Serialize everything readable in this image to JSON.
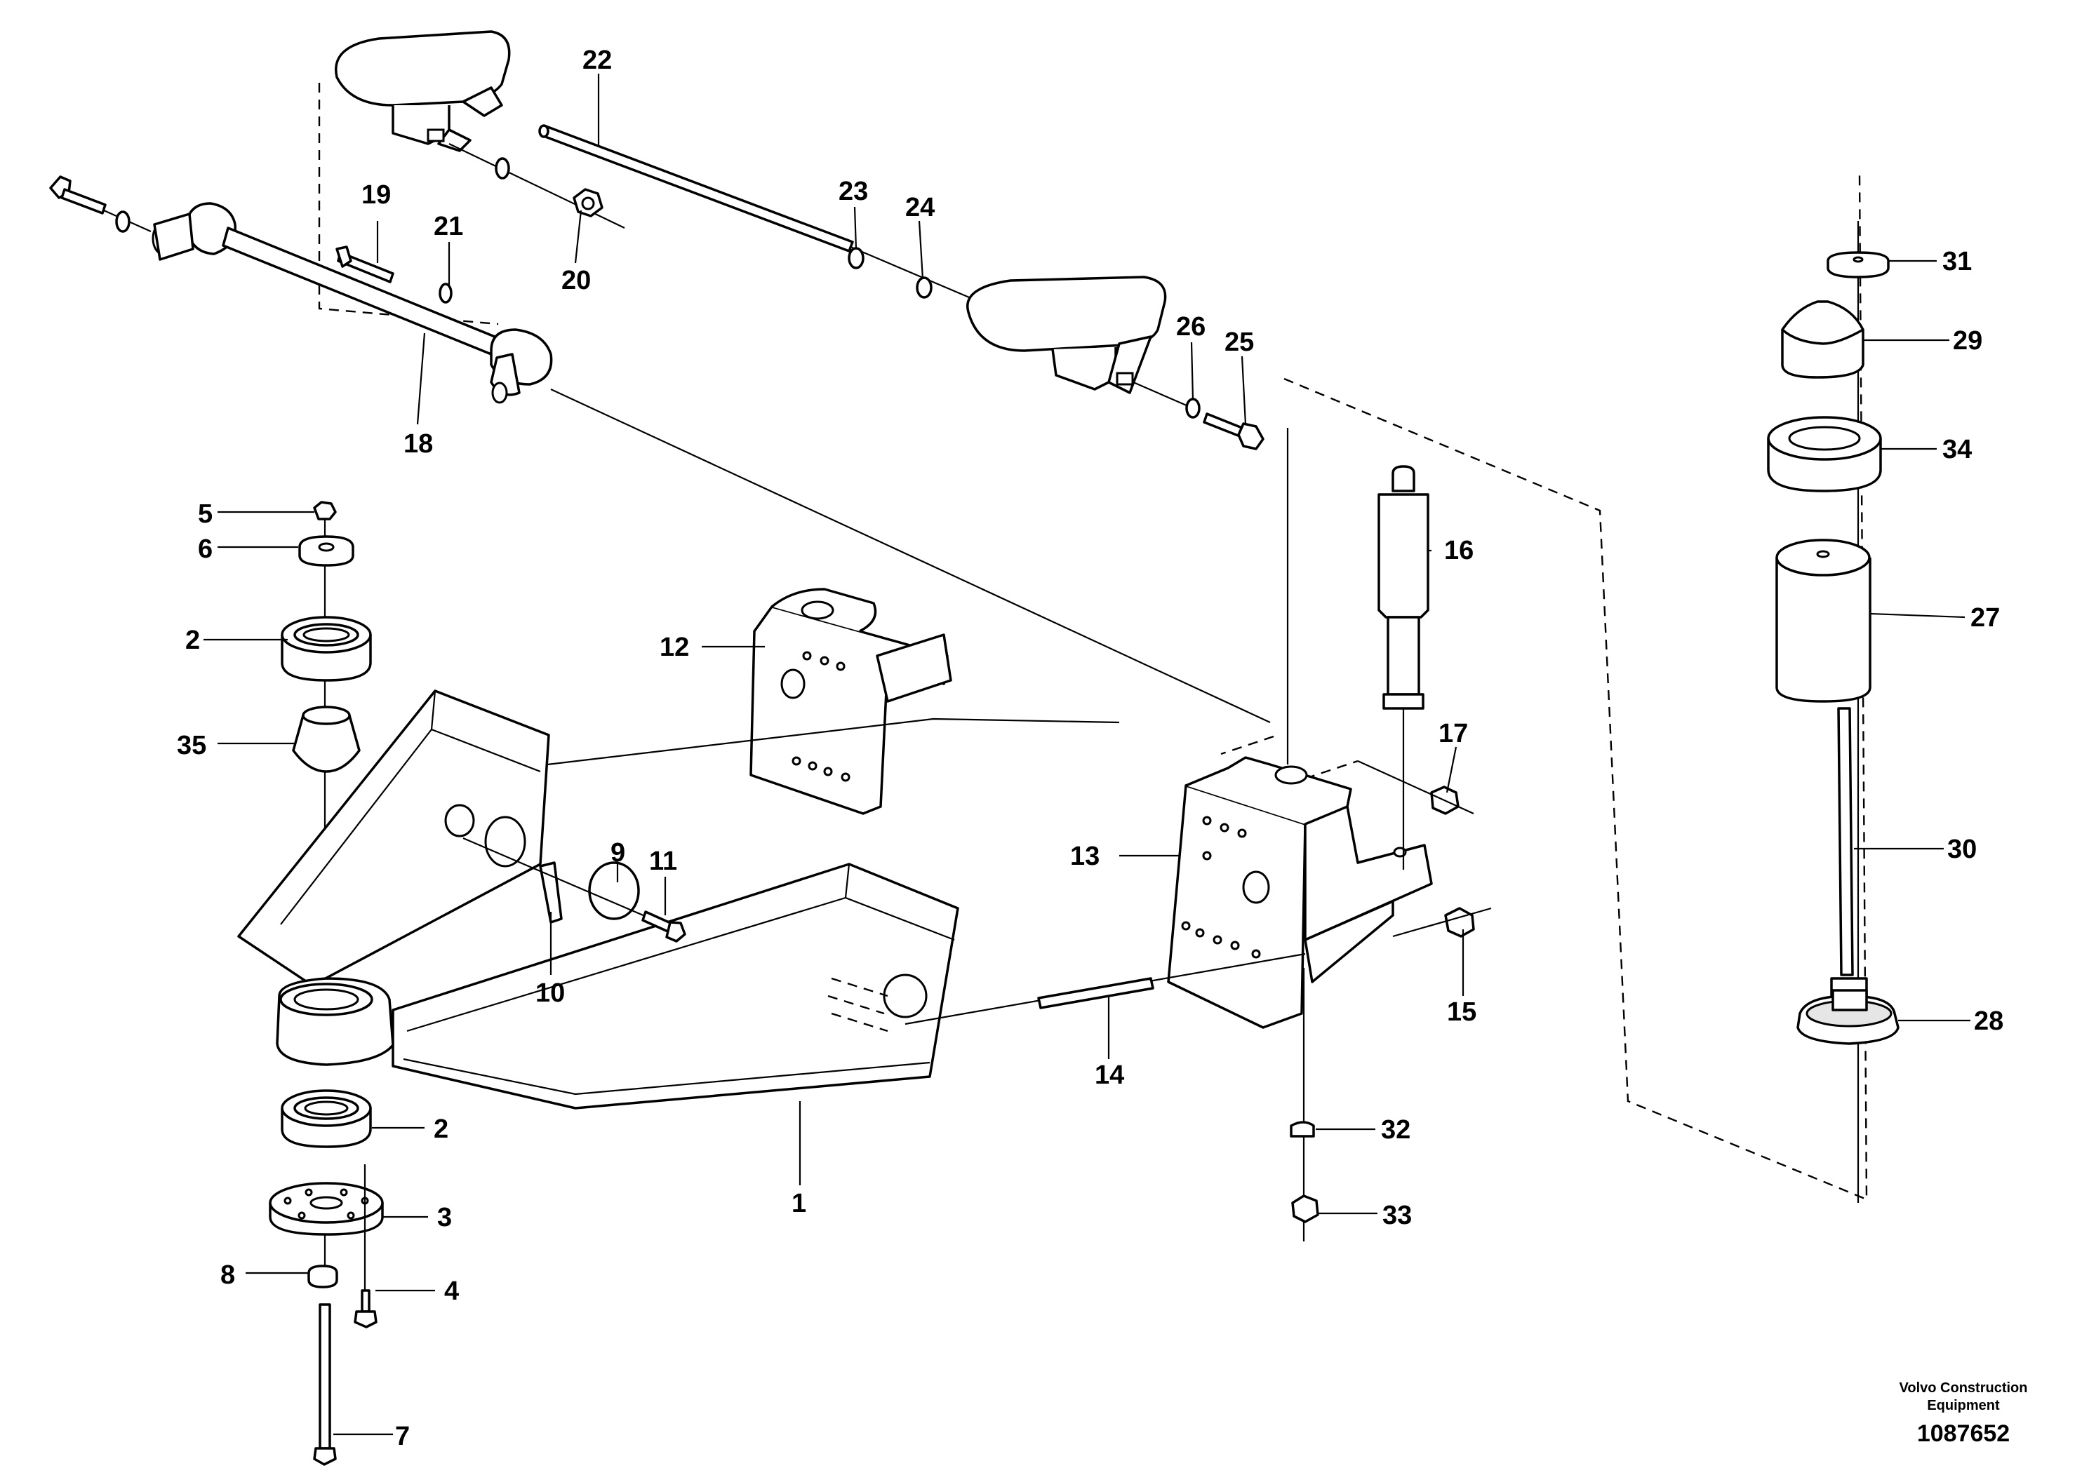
{
  "callouts": [
    "1",
    "2",
    "2",
    "3",
    "4",
    "5",
    "6",
    "7",
    "8",
    "9",
    "10",
    "11",
    "12",
    "13",
    "14",
    "15",
    "16",
    "17",
    "18",
    "19",
    "20",
    "21",
    "22",
    "23",
    "24",
    "25",
    "26",
    "27",
    "28",
    "29",
    "30",
    "31",
    "32",
    "33",
    "34",
    "35"
  ],
  "credit": {
    "line1": "Volvo Construction",
    "line2": "Equipment",
    "doc_number": "1087652"
  }
}
